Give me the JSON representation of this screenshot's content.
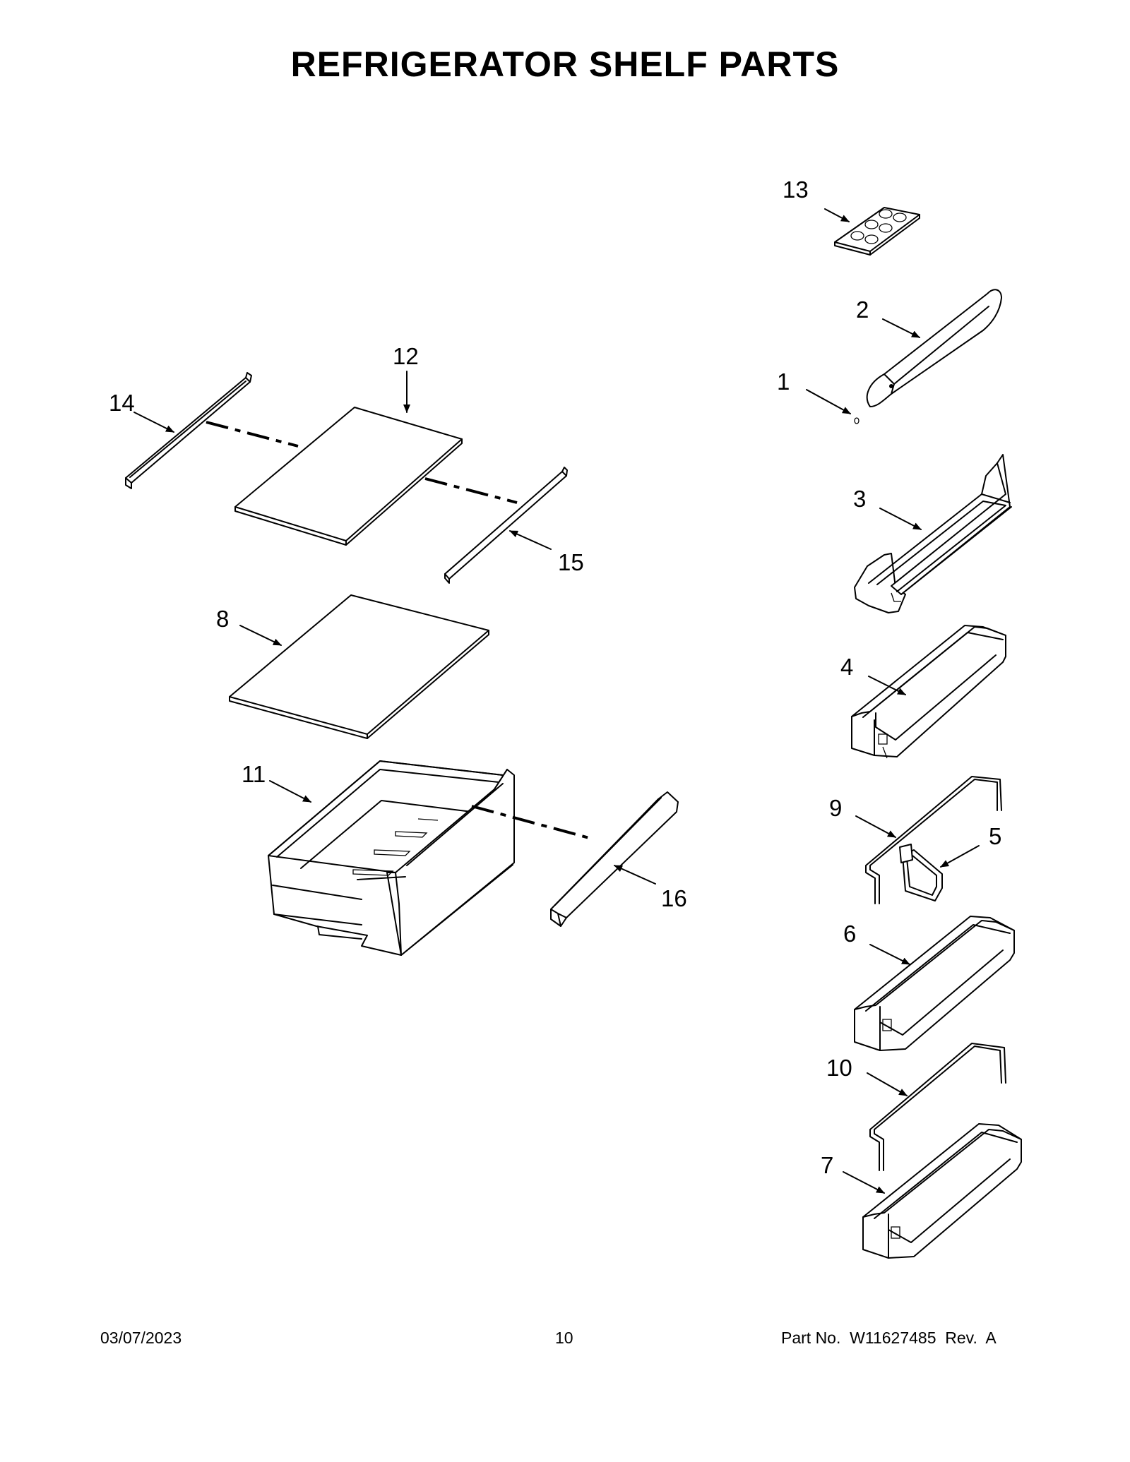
{
  "title": "REFRIGERATOR SHELF PARTS",
  "callouts": {
    "c1": "1",
    "c2": "2",
    "c3": "3",
    "c4": "4",
    "c5": "5",
    "c6": "6",
    "c7": "7",
    "c8": "8",
    "c9": "9",
    "c10": "10",
    "c11": "11",
    "c12": "12",
    "c13": "13",
    "c14": "14",
    "c15": "15",
    "c16": "16"
  },
  "footer": {
    "date": "03/07/2023",
    "page": "10",
    "part_label": "Part No.",
    "part_number": "W11627485",
    "rev_label": "Rev.",
    "rev": "A"
  }
}
